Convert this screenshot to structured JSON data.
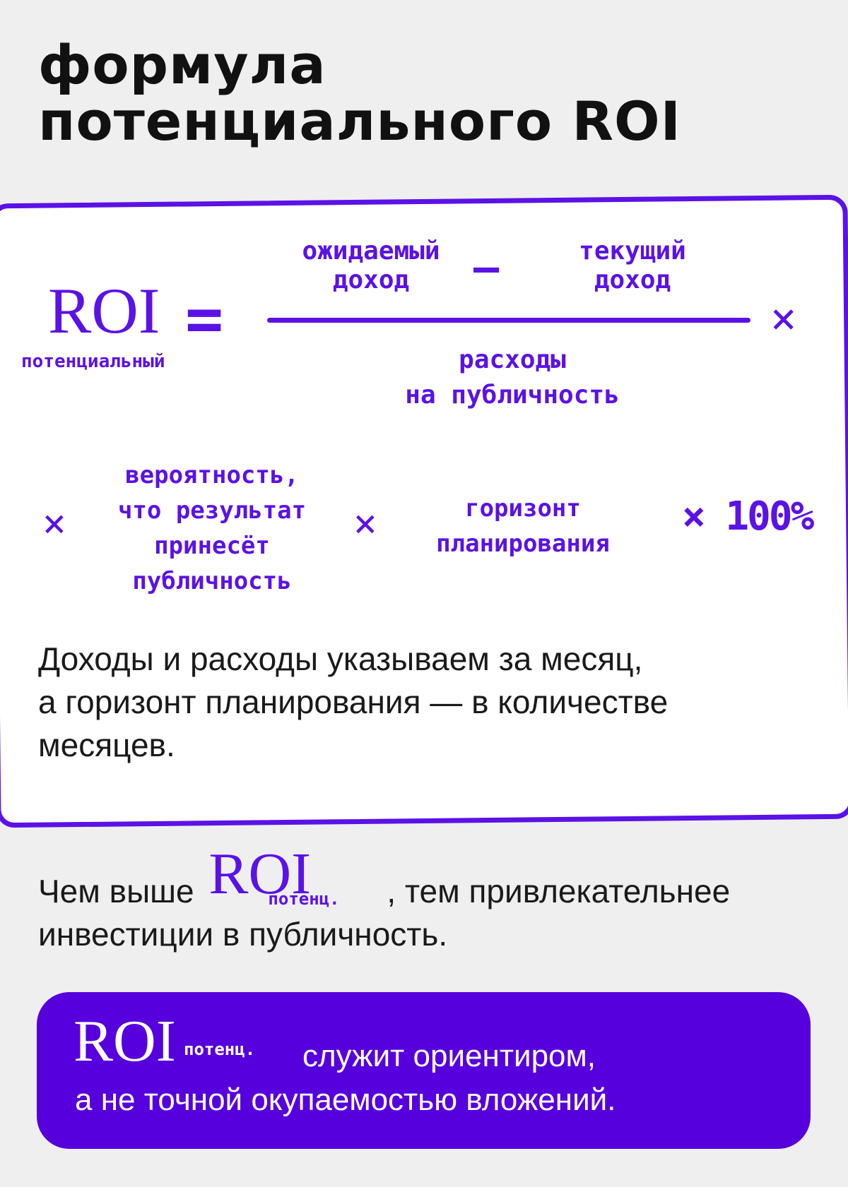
{
  "title": {
    "line1": "формула",
    "line2": "потенциального ROI"
  },
  "formula": {
    "roi": "ROI",
    "roi_sub": "потенциальный",
    "equals": "=",
    "numerator_a": [
      "ожидаемый",
      "доход"
    ],
    "minus": "–",
    "numerator_b": [
      "текущий",
      "доход"
    ],
    "denominator": [
      "расходы",
      "на публичность"
    ],
    "times": "×",
    "probability": [
      "вероятность,",
      "что результат",
      "принесёт",
      "публичность"
    ],
    "horizon": [
      "горизонт",
      "планирования"
    ],
    "hundred": "× 100%"
  },
  "note": [
    "Доходы и расходы указываем за месяц,",
    "а горизонт планирования — в количестве",
    "месяцев."
  ],
  "statement": {
    "before": "Чем выше",
    "roi": "ROI",
    "roi_sub": "потенц.",
    "after": ", тем привлекательнее",
    "line2": "инвестиции в публичность."
  },
  "banner": {
    "roi": "ROI",
    "roi_sub": "потенц.",
    "line1": "служит ориентиром,",
    "line2": "а не точной окупаемостью вложений."
  },
  "colors": {
    "accent": "#5b12e6",
    "banner": "#5600dd",
    "background": "#efeff0"
  }
}
